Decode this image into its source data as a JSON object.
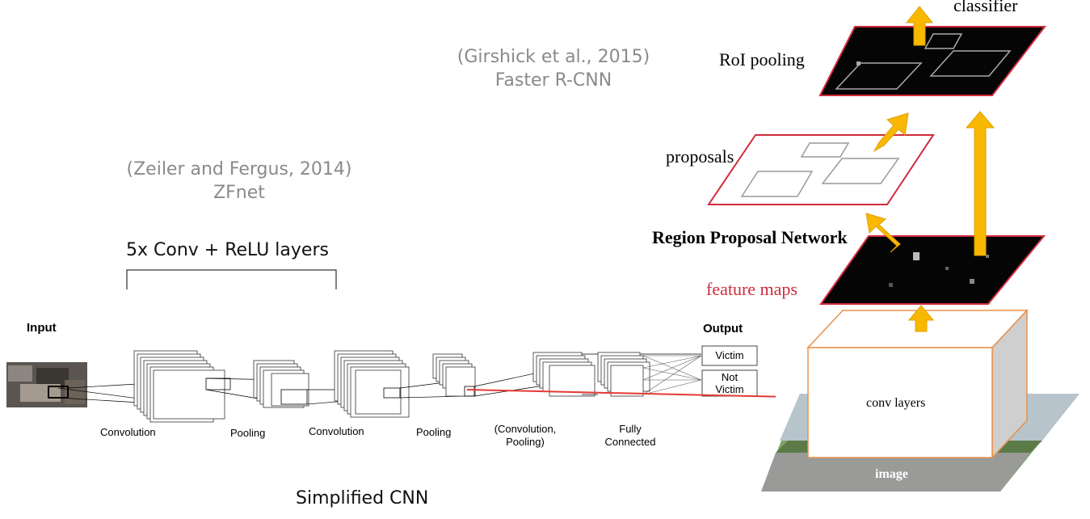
{
  "citations": {
    "faster_rcnn_ref": "(Girshick et al., 2015)",
    "faster_rcnn_name": "Faster R-CNN",
    "zfnet_ref": "(Zeiler and Fergus, 2014)",
    "zfnet_name": "ZFnet"
  },
  "cnn": {
    "conv_group_label": "5x Conv + ReLU layers",
    "input_label": "Input",
    "output_label": "Output",
    "stages": [
      "Convolution",
      "Pooling",
      "Convolution",
      "Pooling",
      "(Convolution,\nPooling)",
      "Fully\nConnected"
    ],
    "outputs": [
      "Victim",
      "Not\nVictim"
    ],
    "caption": "Simplified CNN"
  },
  "rcnn": {
    "classifier": "classifier",
    "roi_pooling": "RoI pooling",
    "proposals": "proposals",
    "rpn": "Region Proposal Network",
    "feature_maps": "feature maps",
    "conv_layers": "conv layers",
    "image": "image"
  },
  "colors": {
    "arrow_yellow": "#f9b800",
    "red": "#d12b3c",
    "orange_box": "#e8904a",
    "gray_text": "#8a8a8a"
  }
}
